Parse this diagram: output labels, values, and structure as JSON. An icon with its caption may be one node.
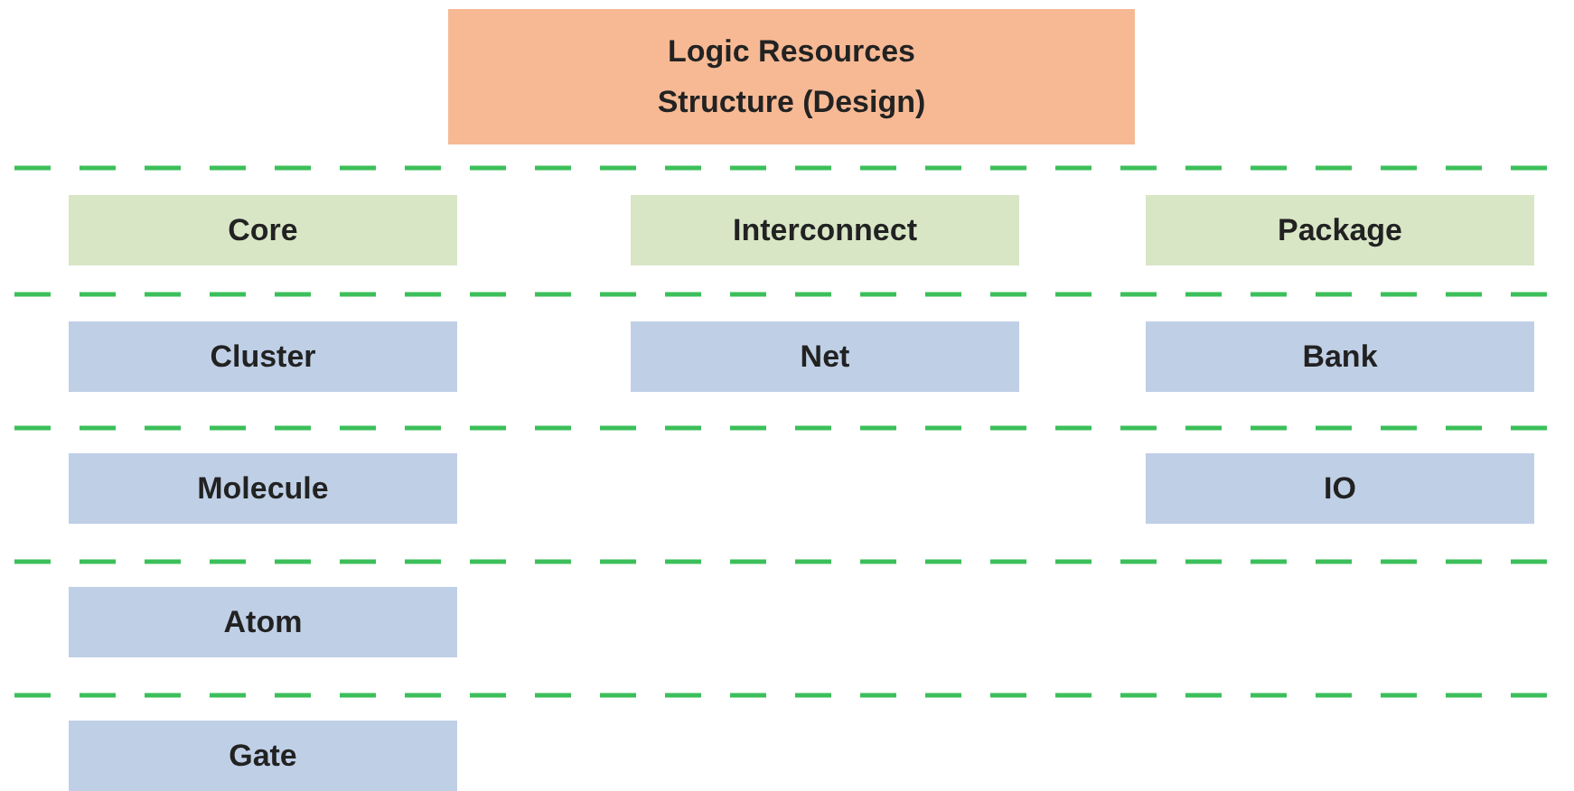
{
  "diagram": {
    "nodes": [
      {
        "text": [
          "Logic Resources Structure (Design)"
        ]
      },
      {
        "text": [
          "Core"
        ]
      },
      {
        "text": [
          "Interconnect"
        ]
      },
      {
        "text": [
          "Package"
        ]
      },
      {
        "text": [
          "Cluster"
        ]
      },
      {
        "text": [
          "Net"
        ]
      },
      {
        "text": [
          "Bank"
        ]
      },
      {
        "text": [
          "Molecule"
        ]
      },
      {
        "text": [
          "IO"
        ]
      },
      {
        "text": [
          "Atom"
        ]
      },
      {
        "text": [
          "Gate"
        ]
      }
    ]
  }
}
